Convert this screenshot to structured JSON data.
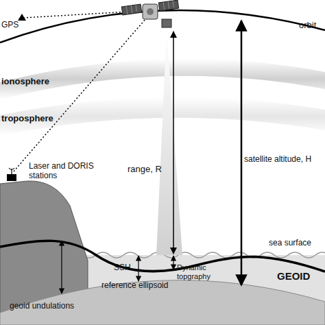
{
  "diagram": {
    "labels": [
      "GPS",
      "orbit",
      "ionosphere",
      "troposphere",
      "range, R",
      "satellite altitude, H",
      "Laser and DORIS stations",
      "sea surface",
      "SSH",
      "Dynamic topgraphy",
      "GEOID",
      "reference ellipsoid",
      "geoid undulations"
    ]
  }
}
